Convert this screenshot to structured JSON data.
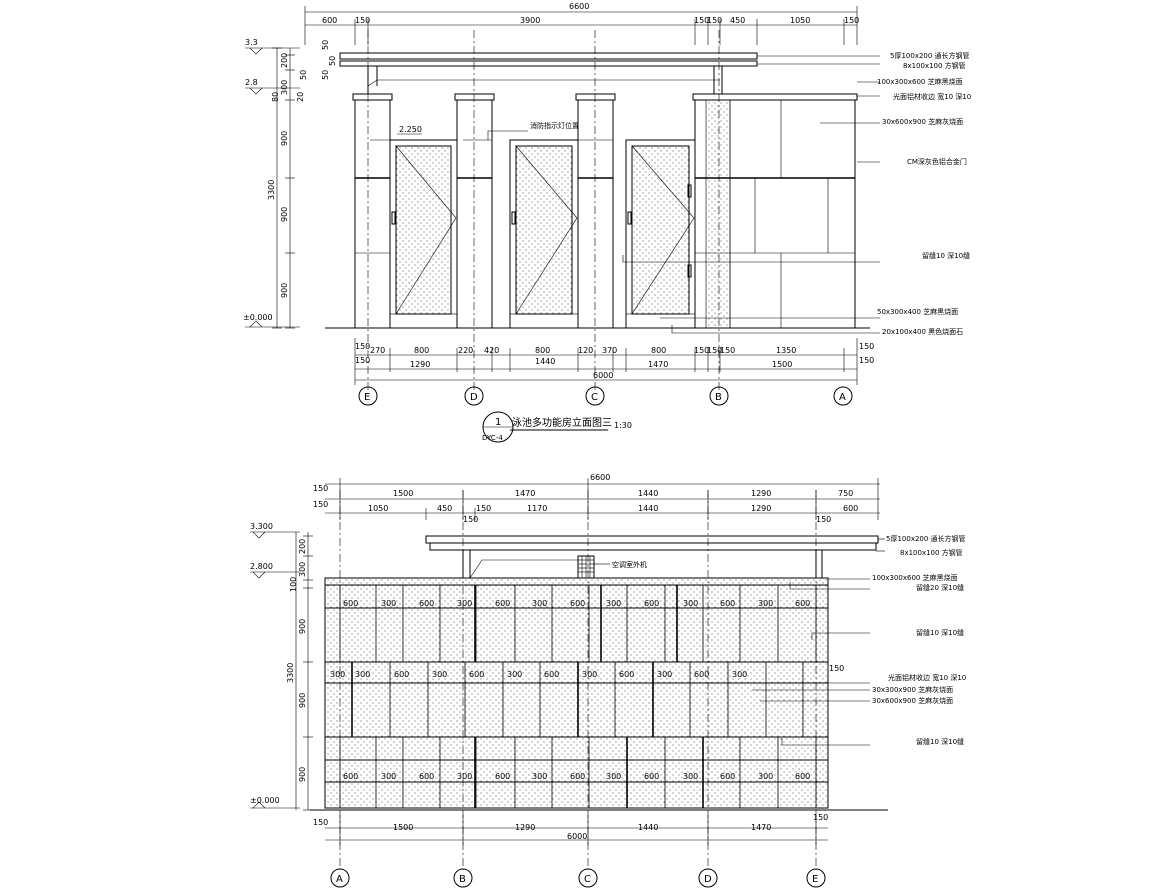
{
  "elevation1": {
    "title": "泳池多功能房立面图三",
    "scale": "1:30",
    "mark_number": "1",
    "mark_sheet": "DYC-4",
    "top_total": "6600",
    "top_dims": [
      "600",
      "150",
      "3900",
      "150",
      "150",
      "450",
      "1050",
      "150"
    ],
    "level_labels": [
      "3.3",
      "2.8",
      "±0.000"
    ],
    "left_dims": [
      "200",
      "300",
      "900",
      "900",
      "900",
      "3300",
      "50",
      "50",
      "50",
      "50",
      "80",
      "20"
    ],
    "door_height": "2.250",
    "door_note": "消防指示灯位置",
    "annotations": [
      "5厚100x200 通长方钢管",
      "8x100x100 方钢管",
      "100x300x600 芝麻黑烧面",
      "光面铝材收边 宽10 深10",
      "30x600x900 芝麻灰烧面",
      "CM深灰色铝合金门",
      "留缝10 深10缝",
      "50x300x400 芝麻黑烧面",
      "20x100x400 黑色烧面石"
    ],
    "bottom_dims_row1": [
      "150",
      "270",
      "800",
      "220",
      "420",
      "800",
      "120",
      "370",
      "800",
      "150",
      "150",
      "150",
      "1350",
      "150"
    ],
    "bottom_dims_row2": [
      "150",
      "1290",
      "1440",
      "1470",
      "1500",
      "150"
    ],
    "bottom_total": "6000",
    "axes": [
      "E",
      "D",
      "C",
      "B",
      "A"
    ]
  },
  "elevation2": {
    "top_total": "6600",
    "top_dims_row1": [
      "150",
      "1500",
      "1470",
      "1440",
      "1290",
      "750"
    ],
    "top_dims_row2": [
      "150",
      "1050",
      "450",
      "150",
      "1170",
      "1440",
      "1290",
      "600"
    ],
    "top_dims_small": [
      "150",
      "150"
    ],
    "level_labels": [
      "3.300",
      "2.800",
      "±0.000"
    ],
    "left_dims": [
      "200",
      "300",
      "100",
      "900",
      "900",
      "900",
      "3300"
    ],
    "annotations": [
      "5厚100x200 通长方钢管",
      "8x100x100 方钢管",
      "空调室外机",
      "100x300x600 芝麻黑烧面",
      "留缝20 深10缝",
      "留缝10 深10缝",
      "光面铝材收边 宽10 深10",
      "30x300x900 芝麻灰烧面",
      "30x600x900 芝麻灰烧面",
      "留缝10 深10缝"
    ],
    "row1_labels": [
      "600",
      "300",
      "600",
      "300",
      "600",
      "300",
      "600",
      "300",
      "600",
      "300",
      "600",
      "300",
      "600"
    ],
    "row2_labels": [
      "300",
      "300",
      "600",
      "300",
      "600",
      "300",
      "600",
      "300",
      "600",
      "300",
      "600",
      "300",
      "150"
    ],
    "row3_labels": [
      "600",
      "300",
      "600",
      "300",
      "600",
      "300",
      "600",
      "300",
      "600",
      "300",
      "600",
      "300",
      "600"
    ],
    "bottom_dims": [
      "150",
      "1500",
      "1290",
      "1440",
      "1470",
      "150"
    ],
    "bottom_total": "6000",
    "axes": [
      "A",
      "B",
      "C",
      "D",
      "E"
    ]
  }
}
